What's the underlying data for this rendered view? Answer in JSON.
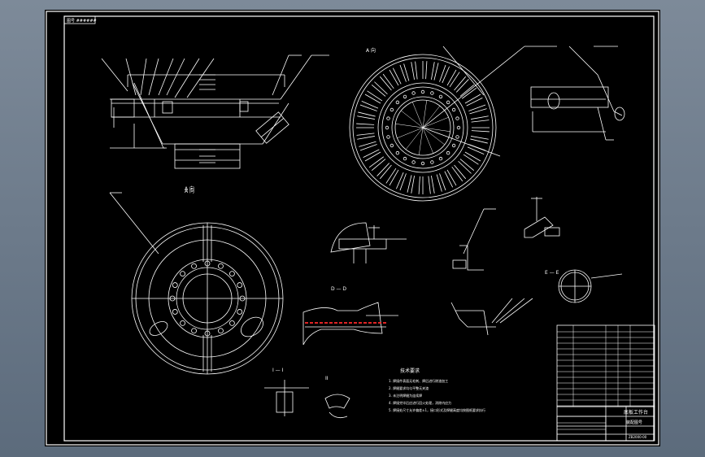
{
  "viewer": {
    "background_color": "#000000",
    "line_color": "#ffffff",
    "highlight_color": "#ff2a2a"
  },
  "drawing": {
    "corner_stamp": "图号 ######",
    "view_label_a_top": "A 向",
    "view_label_a_bottom": "A 向",
    "section_d": "D — D",
    "section_e": "E — E",
    "section_i": "I — I",
    "section_ii": "II",
    "tech_req": {
      "title": "技术要求",
      "lines": [
        "1. 焊接件表面无毛刺、焊后进行除渣加工",
        "2. 焊缝要求均匀平整无夹渣",
        "3. 未注明焊缝为连续焊",
        "4. 焊接完毕后应进行回火处理，消除内应力",
        "5. 焊接处尺寸允许偏差±1，接口形式及焊缝高度均按图纸要求执行"
      ]
    },
    "title_block": {
      "name_1": "底板工作台",
      "name_2": "装配图号",
      "code": "ZB2000-00"
    }
  }
}
